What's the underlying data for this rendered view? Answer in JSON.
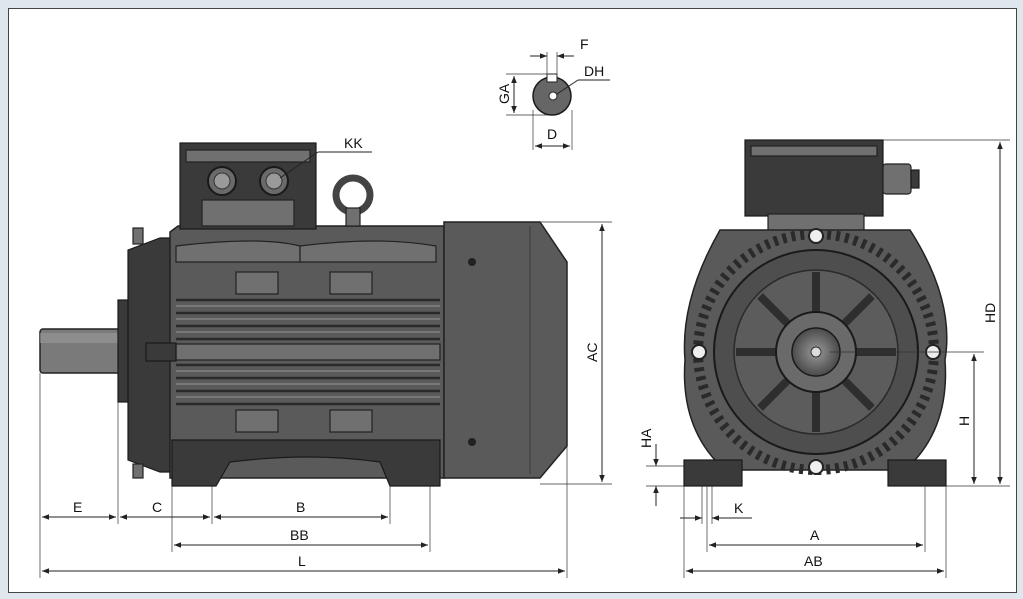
{
  "labels": {
    "F": "F",
    "DH": "DH",
    "GA": "GA",
    "D": "D",
    "KK": "KK",
    "AC": "AC",
    "HD": "HD",
    "H": "H",
    "HA": "HA",
    "K": "K",
    "E": "E",
    "C": "C",
    "B": "B",
    "BB": "BB",
    "L": "L",
    "A": "A",
    "AB": "AB"
  },
  "colors": {
    "motor_body": "#5a5a5a",
    "motor_dark": "#3a3a3a",
    "motor_light": "#8c8c8c",
    "background": "#dfe6ee"
  }
}
